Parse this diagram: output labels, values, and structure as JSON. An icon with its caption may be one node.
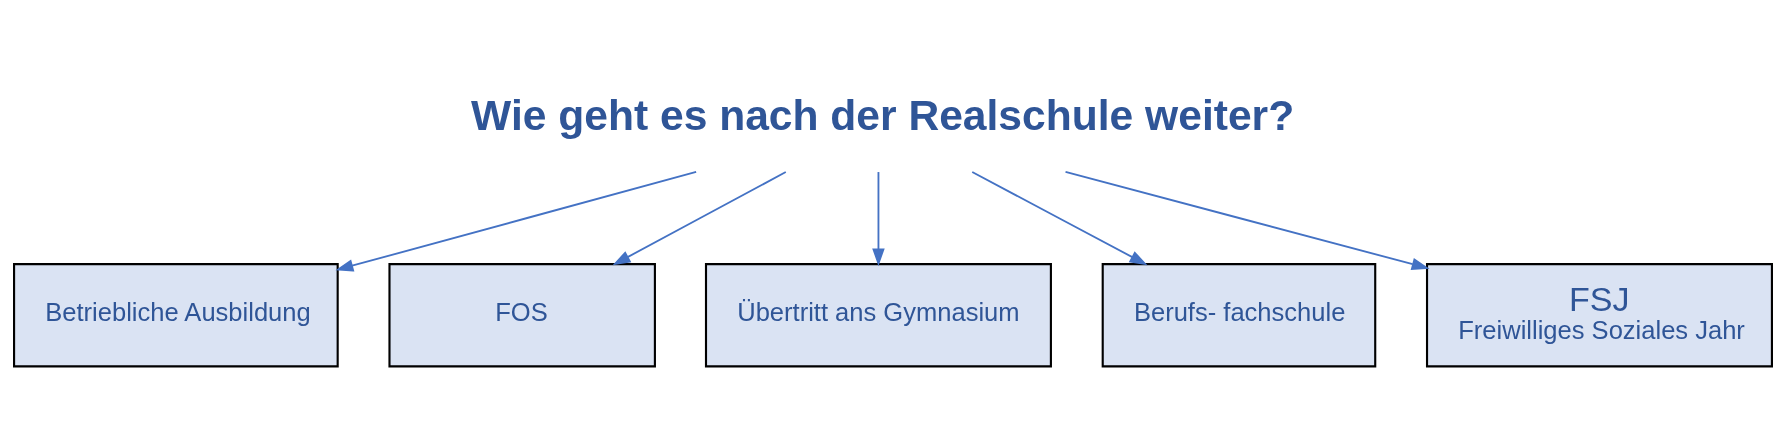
{
  "diagram": {
    "nodes": [
      {
        "text": [
          "Wie geht es nach der Realschule weiter?"
        ]
      },
      {
        "text": [
          "Betriebliche Ausbildung"
        ]
      },
      {
        "text": [
          "FOS"
        ]
      },
      {
        "text": [
          "Übertritt ans Gymnasium"
        ]
      },
      {
        "text": [
          "Berufs- fachschule"
        ]
      },
      {
        "text": [
          "FSJ",
          "Freiwilliges Soziales Jahr"
        ]
      }
    ],
    "edges": [
      {
        "from": 0,
        "to": 1,
        "arrow": "to"
      },
      {
        "from": 0,
        "to": 2,
        "arrow": "to"
      },
      {
        "from": 0,
        "to": 3,
        "arrow": "to"
      },
      {
        "from": 0,
        "to": 4,
        "arrow": "to"
      },
      {
        "from": 0,
        "to": 5,
        "arrow": "to"
      }
    ]
  }
}
